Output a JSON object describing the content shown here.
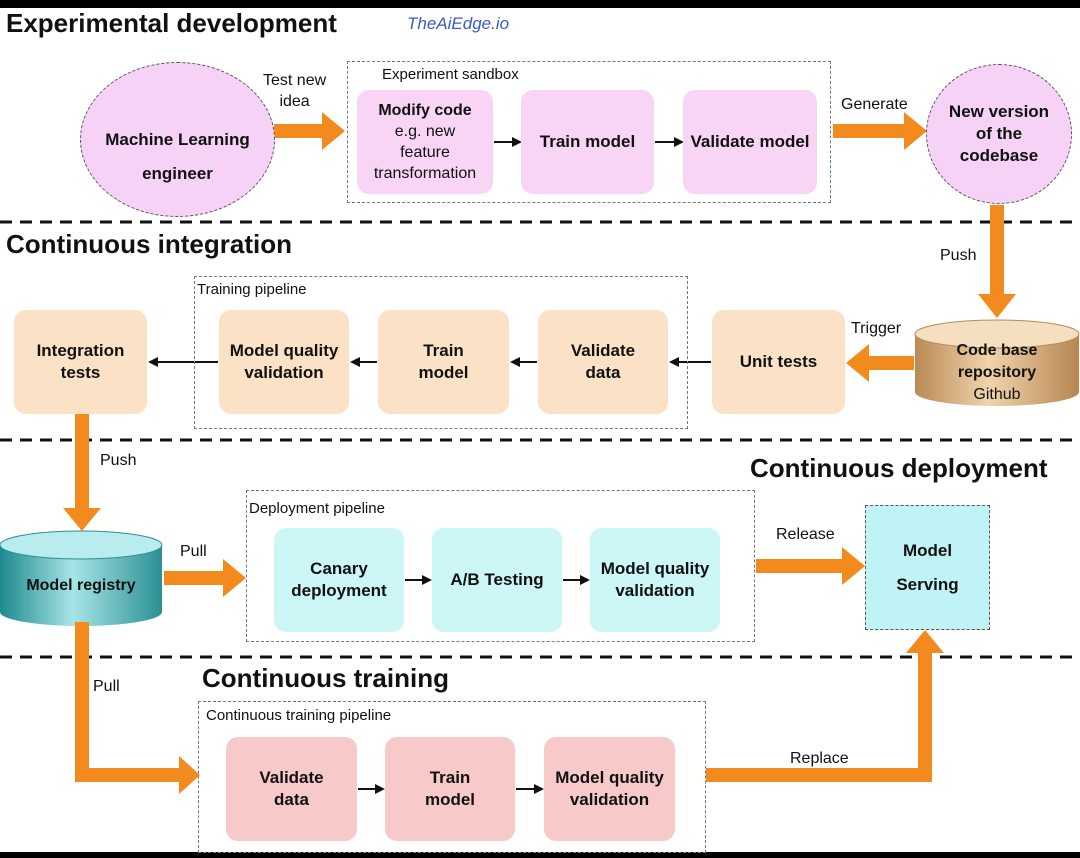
{
  "header": {
    "title": "Experimental development",
    "brand": "TheAiEdge.io"
  },
  "experimental": {
    "engineer": [
      "Machine Learning",
      "engineer"
    ],
    "test_new_idea": [
      "Test new",
      "idea"
    ],
    "sandbox_label": "Experiment sandbox",
    "modify_code": "Modify code",
    "modify_code_detail": [
      "e.g. new",
      "feature",
      "transformation"
    ],
    "train_model": "Train model",
    "validate_model": "Validate model",
    "generate_label": "Generate",
    "new_version": [
      "New version",
      "of the",
      "codebase"
    ]
  },
  "ci": {
    "title": "Continuous integration",
    "push_label": "Push",
    "trigger_label": "Trigger",
    "repo": [
      "Code base",
      "repository"
    ],
    "repo_sub": "Github",
    "unit_tests": "Unit tests",
    "pipeline_label": "Training pipeline",
    "validate_data": [
      "Validate",
      "data"
    ],
    "train_model": [
      "Train",
      "model"
    ],
    "model_quality": [
      "Model quality",
      "validation"
    ],
    "integration_tests": [
      "Integration",
      "tests"
    ]
  },
  "cd": {
    "title": "Continuous deployment",
    "push_label": "Push",
    "registry": "Model registry",
    "pull_label": "Pull",
    "pipeline_label": "Deployment pipeline",
    "canary": [
      "Canary",
      "deployment"
    ],
    "ab_testing": "A/B Testing",
    "model_quality": [
      "Model quality",
      "validation"
    ],
    "release_label": "Release",
    "serving": [
      "Model",
      "Serving"
    ]
  },
  "ct": {
    "title": "Continuous training",
    "pull_label": "Pull",
    "pipeline_label": "Continuous training pipeline",
    "validate_data": [
      "Validate",
      "data"
    ],
    "train_model": [
      "Train",
      "model"
    ],
    "model_quality": [
      "Model quality",
      "validation"
    ],
    "replace_label": "Replace"
  },
  "colors": {
    "arrow": "#f28a1e",
    "pink": "#f8d5f5",
    "peach": "#fbe1c6",
    "cyan": "#cdf6f7",
    "rose": "#f8c9c9"
  }
}
